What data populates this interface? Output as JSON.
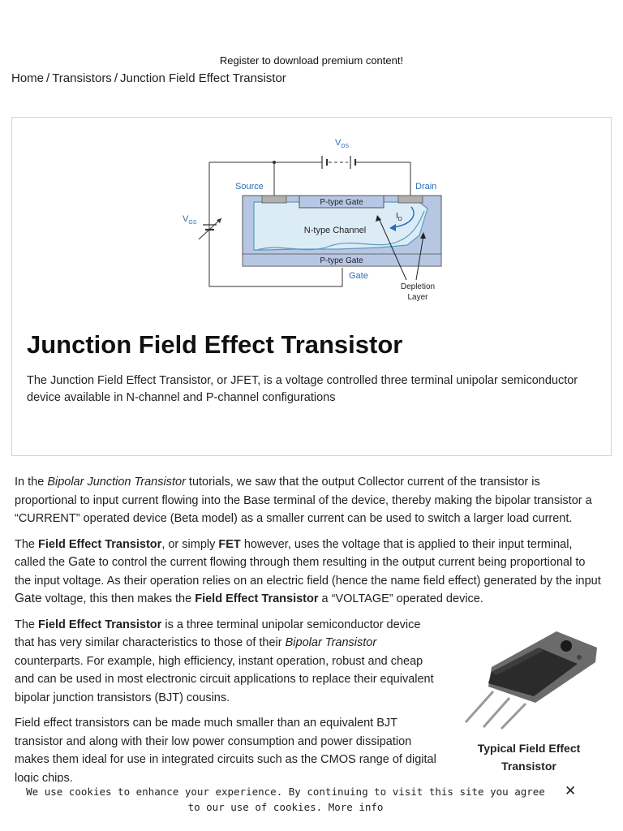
{
  "promo": {
    "text": "Register to download premium content!"
  },
  "breadcrumb": {
    "home": "Home",
    "sep": "/",
    "category": "Transistors",
    "current": "Junction Field Effect Transistor"
  },
  "diagram": {
    "vds_sym": "V",
    "vds_sub": "DS",
    "vgs_sym": "V",
    "vgs_sub": "GS",
    "source": "Source",
    "drain": "Drain",
    "gate": "Gate",
    "ptype_gate_top": "P-type Gate",
    "ptype_gate_bottom": "P-type Gate",
    "ntype_channel": "N-type Channel",
    "id_sym": "I",
    "id_sub": "D",
    "depletion_line1": "Depletion",
    "depletion_line2": "Layer"
  },
  "card": {
    "title": "Junction Field Effect Transistor",
    "description": "The Junction Field Effect Transistor, or JFET, is a voltage controlled three terminal unipolar semiconductor device available in N-channel and P-channel configurations"
  },
  "article": {
    "p1_a": "In the ",
    "p1_em": "Bipolar Junction Transistor",
    "p1_b": "  tutorials, we saw that the output Collector current of the transistor is proportional to input current flowing into the Base terminal of the device, thereby making the bipolar transistor a “CURRENT” operated device (Beta model) as a smaller current can be used to switch a larger load current.",
    "p2_a": "The ",
    "p2_b1": "Field Effect Transistor",
    "p2_c": ", or simply ",
    "p2_b2": "FET",
    "p2_d": " however, uses the voltage that is applied to their input terminal, called the ",
    "p2_gate1": "Gate",
    "p2_e": " to control the current flowing through them resulting in the output current being proportional to the input voltage. As their operation relies on an electric field (hence the name field effect) generated by the input ",
    "p2_gate2": "Gate",
    "p2_f": " voltage, this then makes the ",
    "p2_b3": "Field Effect Transistor",
    "p2_g": " a “VOLTAGE” operated device.",
    "p3_a": "The ",
    "p3_b": "Field Effect Transistor",
    "p3_c": " is a three terminal unipolar semiconductor device that has very similar characteristics to those of their ",
    "p3_em": "Bipolar Transistor",
    "p3_d": " counterparts. For example, high efficiency, instant operation, robust and cheap and can be used in most electronic circuit applications to replace their equivalent bipolar junction transistors (BJT) cousins.",
    "p4": "Field effect transistors can be made much smaller than an equivalent BJT transistor and along with their low power consumption and power dissipation makes them ideal for use in integrated circuits such as the CMOS range of digital logic chips."
  },
  "figure": {
    "caption": "Typical Field Effect Transistor"
  },
  "cookie": {
    "text": "We use cookies to enhance your experience. By continuing to visit this site you agree to our use of cookies.",
    "more": "More info",
    "close": "✕"
  },
  "colors": {
    "label_blue": "#2a6db5",
    "substrate": "#b7c7e3",
    "channel": "#dcecf7",
    "contact_grey": "#b0b0b0"
  }
}
